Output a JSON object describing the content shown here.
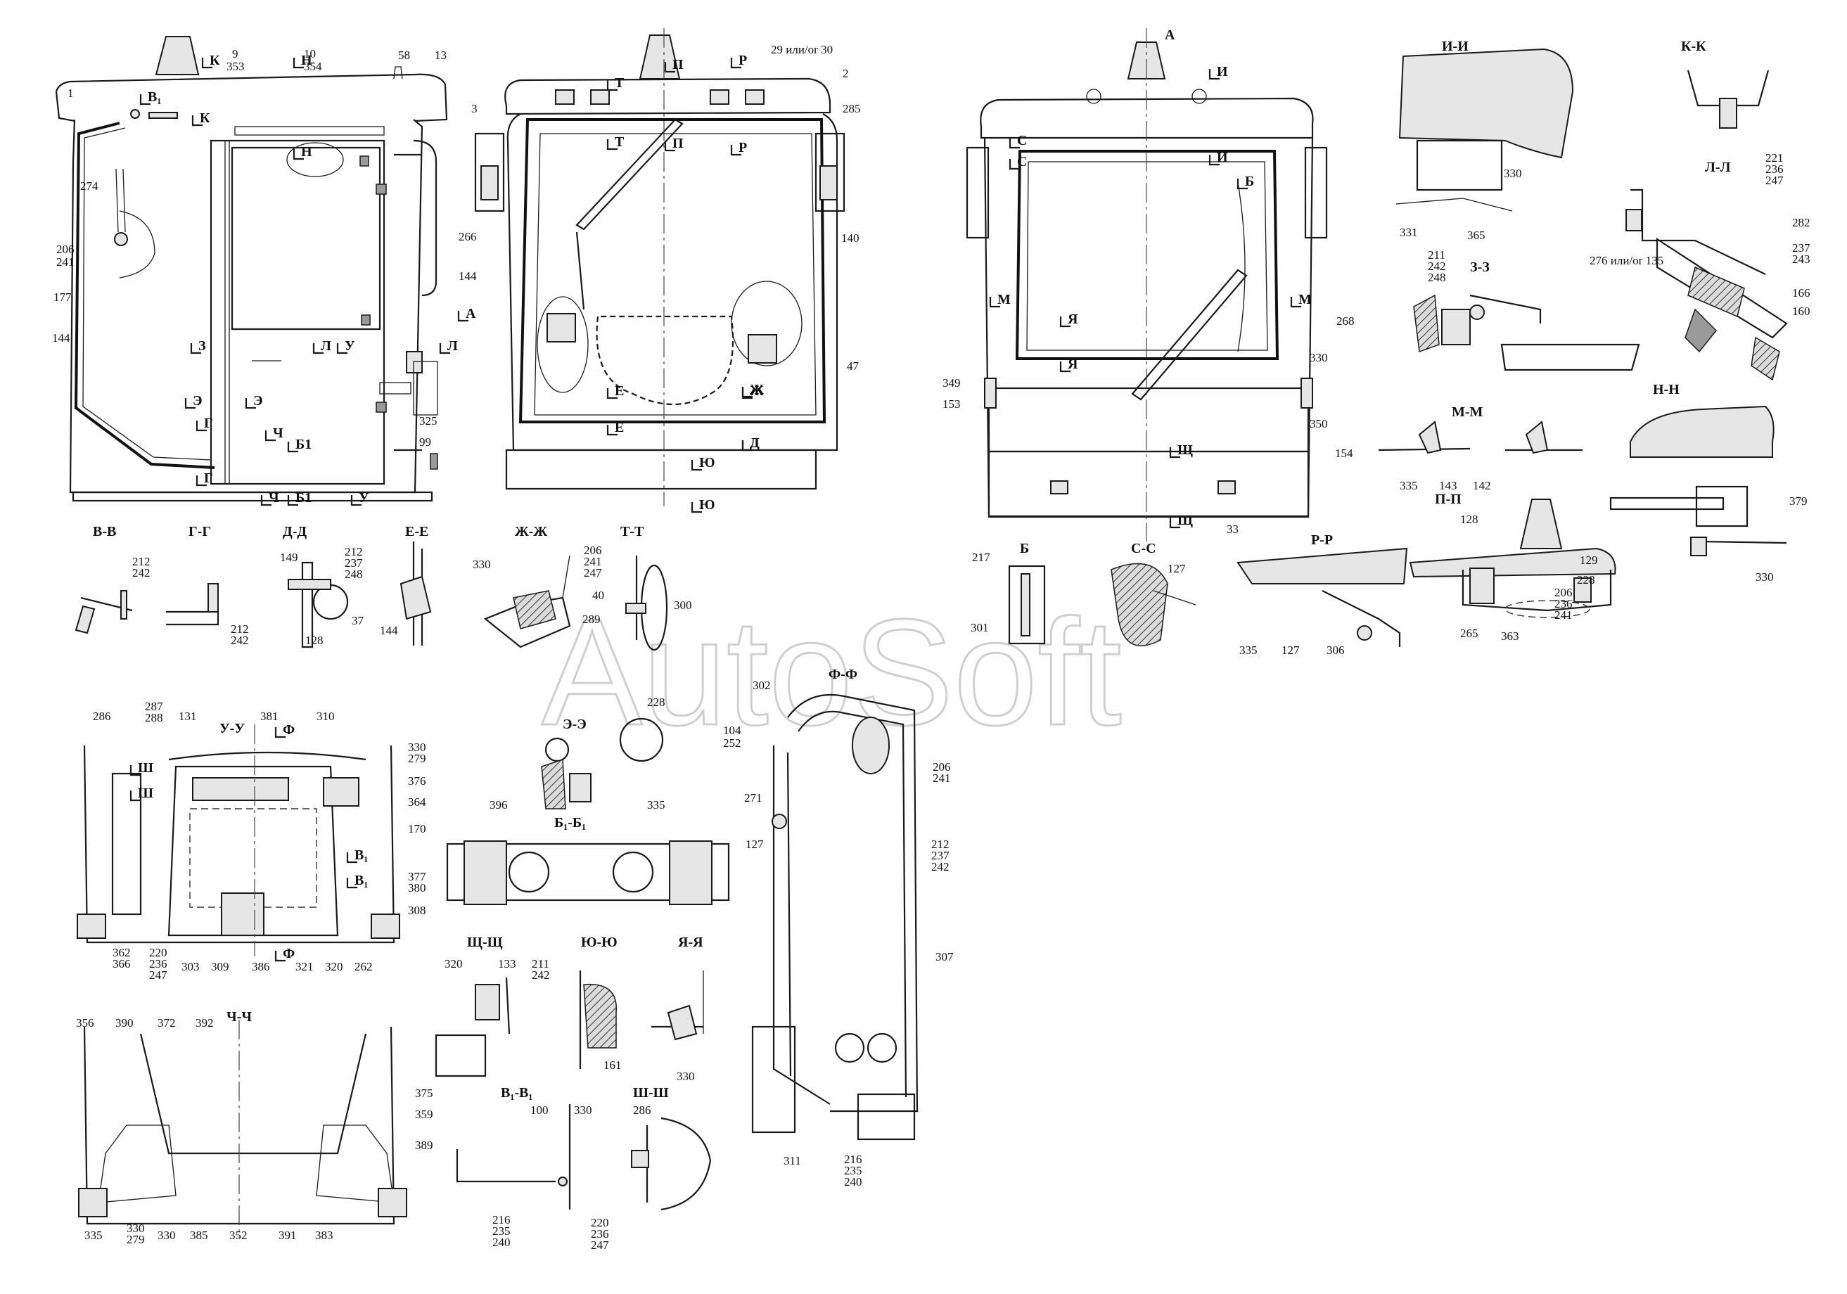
{
  "watermark": "AutoSoft",
  "view_titles": {
    "A": "А",
    "II": "И-И",
    "KK": "К-К",
    "LL": "Л-Л",
    "ZZ": "З-З",
    "MM": "М-М",
    "NN": "Н-Н",
    "PP": "П-П",
    "VV": "В-В",
    "GG": "Г-Г",
    "DD": "Д-Д",
    "EE": "Е-Е",
    "ZhZh": "Ж-Ж",
    "TT": "Т-Т",
    "B": "Б",
    "SS": "С-С",
    "RR": "Р-Р",
    "UU": "У-У",
    "EhEh": "Э-Э",
    "FF": "Ф-Ф",
    "B1B1": "Б₁-Б₁",
    "ShchShch": "Щ-Щ",
    "YuYu": "Ю-Ю",
    "YaYa": "Я-Я",
    "ChCh": "Ч-Ч",
    "V1V1": "В₁-В₁",
    "ShSh": "Ш-Ш"
  },
  "cut_marks": [
    "К",
    "К",
    "В₁",
    "Н",
    "Н",
    "З",
    "Л",
    "Л",
    "У",
    "Э",
    "Э",
    "Ч",
    "Ч",
    "Б1",
    "Б1",
    "У",
    "Г",
    "Г",
    "А",
    "П",
    "П",
    "Р",
    "Р",
    "Т",
    "Т",
    "Е",
    "Е",
    "Ж",
    "Ж",
    "Д",
    "Д",
    "Ю",
    "Ю",
    "И",
    "И",
    "С",
    "С",
    "Б",
    "М",
    "М",
    "Я",
    "Я",
    "Щ",
    "Щ",
    "Ф",
    "Ф",
    "Ш",
    "Ш",
    "В₁",
    "В₁"
  ],
  "labels": {
    "side": [
      "1",
      "9",
      "353",
      "10",
      "354",
      "58",
      "13",
      "274",
      "206",
      "241",
      "177",
      "144",
      "325",
      "99"
    ],
    "rear": [
      "29 или/or 30",
      "3",
      "2",
      "285",
      "266",
      "144",
      "140",
      "47"
    ],
    "front": [
      "268",
      "349",
      "153",
      "330",
      "350",
      "154",
      "33"
    ],
    "ii": [
      "330",
      "331",
      "365"
    ],
    "zz": [
      "211",
      "242",
      "248"
    ],
    "ll": [
      "221",
      "236",
      "247",
      "282",
      "237",
      "243",
      "276 или/or 135",
      "166",
      "160"
    ],
    "mm": [
      "335",
      "143",
      "142"
    ],
    "nn": [
      "379",
      "330"
    ],
    "pp": [
      "128",
      "129",
      "228",
      "206",
      "236",
      "241",
      "265",
      "363"
    ],
    "vv": [
      "212",
      "242"
    ],
    "gg": [
      "212",
      "242"
    ],
    "dd": [
      "149",
      "212",
      "237",
      "248",
      "37",
      "128"
    ],
    "ee": [
      "144"
    ],
    "zhzh": [
      "330"
    ],
    "tt": [
      "206",
      "241",
      "247",
      "40",
      "289",
      "300"
    ],
    "b": [
      "217",
      "301"
    ],
    "ss": [
      "127"
    ],
    "rr": [
      "335",
      "127",
      "306"
    ],
    "uu": [
      "286",
      "287",
      "288",
      "131",
      "381",
      "310",
      "330",
      "279",
      "376",
      "364",
      "170",
      "377",
      "380",
      "308",
      "362",
      "366",
      "220",
      "236",
      "247",
      "303",
      "309",
      "386",
      "321",
      "320",
      "262"
    ],
    "eheh": [
      "228"
    ],
    "ff": [
      "302",
      "104",
      "252",
      "206",
      "241",
      "271",
      "127",
      "212",
      "237",
      "242",
      "307",
      "311",
      "216",
      "235",
      "240"
    ],
    "b1b1": [
      "396",
      "335"
    ],
    "shchshch": [
      "320",
      "133",
      "211",
      "242"
    ],
    "yuyu": [
      "161"
    ],
    "yaya": [
      "330"
    ],
    "chch": [
      "356",
      "390",
      "372",
      "392",
      "375",
      "359",
      "389",
      "335",
      "330",
      "279",
      "330",
      "385",
      "352",
      "391",
      "383"
    ],
    "v1v1": [
      "100",
      "330",
      "216",
      "235",
      "240"
    ],
    "shsh": [
      "286",
      "220",
      "236",
      "247"
    ]
  }
}
